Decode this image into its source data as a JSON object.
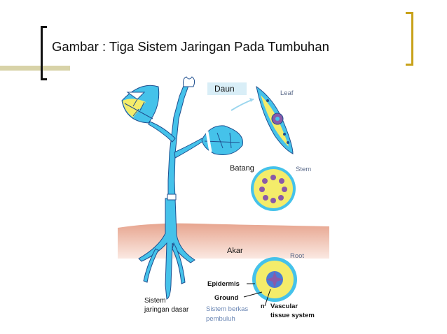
{
  "slide": {
    "title": "Gambar : Tiga Sistem Jaringan Pada Tumbuhan"
  },
  "figure": {
    "labels": {
      "daun": "Daun",
      "leaf": "Leaf",
      "batang": "Batang",
      "stem": "Stem",
      "akar": "Akar",
      "root": "Root",
      "epidermis": "Epidermis",
      "ground": "Ground",
      "vascular_1": "Vascular",
      "vascular_2": "tissue system",
      "n_marker": "n",
      "sistem_dasar_1": "Sistem",
      "sistem_dasar_2": "jaringan dasar",
      "sistem_berkas_1": "Sistem berkas",
      "sistem_berkas_2": "pembuluh"
    }
  },
  "colors": {
    "olive_bar": "#d8d3a8",
    "left_bracket": "#111111",
    "right_bracket": "#c8a21a",
    "epidermis_blue": "#3fb8e3",
    "ground_yellow": "#f4ec6a",
    "vascular_purple": "#8a5aa8",
    "soil": "#eeb7a3"
  }
}
